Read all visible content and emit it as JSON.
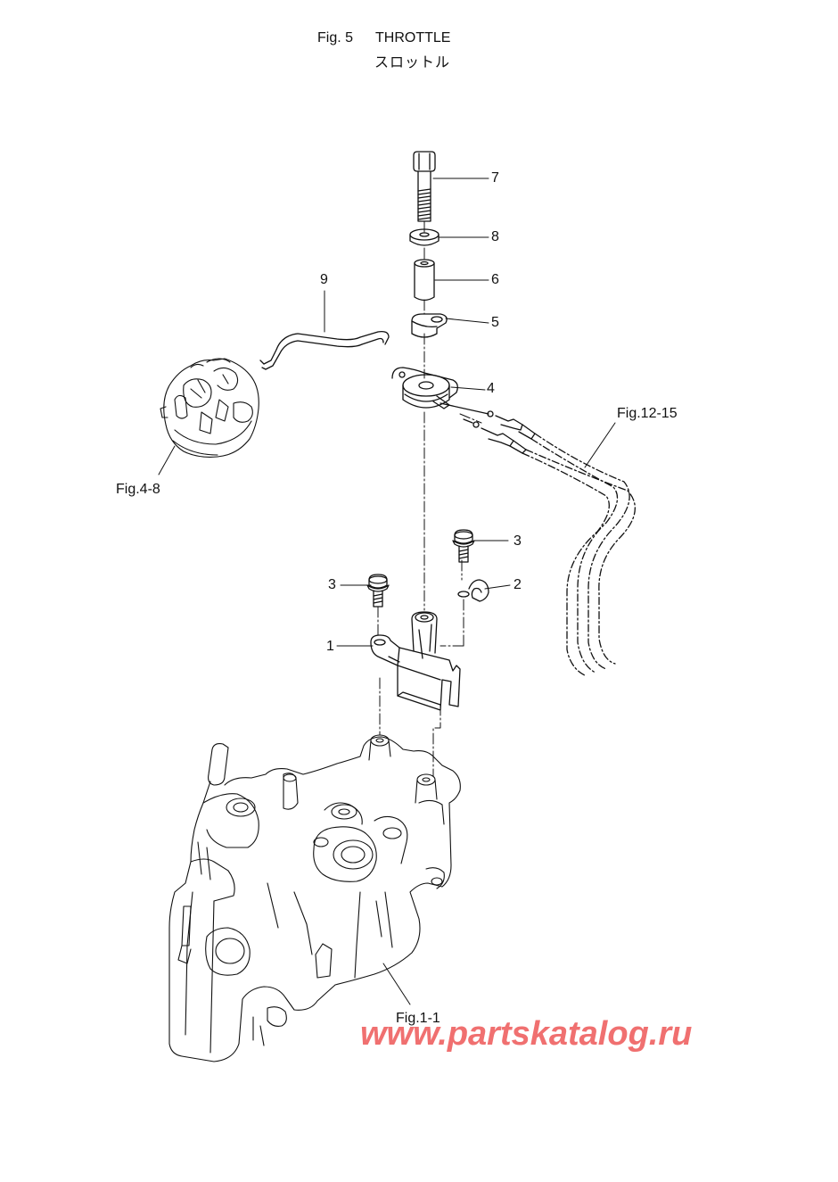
{
  "header": {
    "figure_number": "Fig. 5",
    "title": "THROTTLE",
    "subtitle": "スロットル"
  },
  "callouts": [
    "7",
    "8",
    "6",
    "5",
    "4",
    "9",
    "3",
    "3",
    "2",
    "1"
  ],
  "references": {
    "carburetor": "Fig.4-8",
    "cable": "Fig.12-15",
    "block": "Fig.1-1"
  },
  "watermark": "www.partskatalog.ru",
  "colors": {
    "line": "#111111",
    "watermark": "#f07070"
  }
}
